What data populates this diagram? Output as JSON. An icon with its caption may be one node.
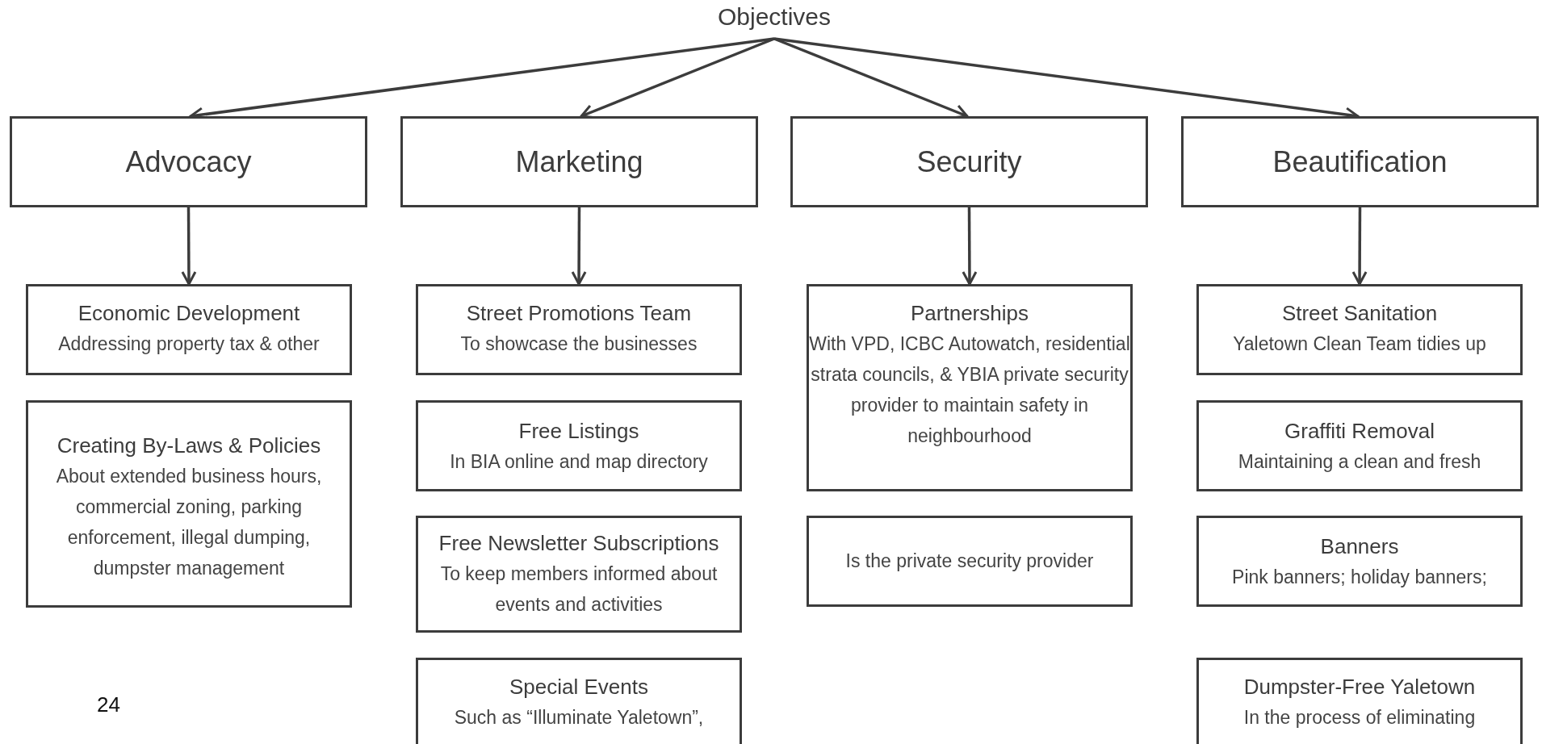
{
  "diagram": {
    "nodes": [
      {
        "text": [
          "Objectives"
        ]
      },
      {
        "text": [
          "Advocacy"
        ]
      },
      {
        "text": [
          "Marketing"
        ]
      },
      {
        "text": [
          "Security"
        ]
      },
      {
        "text": [
          "Beautification"
        ]
      },
      {
        "text": [
          "Economic Development",
          "Addressing property tax & other"
        ]
      },
      {
        "text": [
          "Creating By-Laws & Policies",
          "About extended business hours, commercial zoning, parking enforcement, illegal dumping, dumpster management"
        ]
      },
      {
        "text": [
          "Street Promotions Team",
          "To showcase the businesses"
        ]
      },
      {
        "text": [
          "Free Listings",
          "In BIA online and map directory"
        ]
      },
      {
        "text": [
          "Free Newsletter Subscriptions",
          "To keep members informed about events and activities"
        ]
      },
      {
        "text": [
          "Special Events",
          "Such as “Illuminate Yaletown”,"
        ]
      },
      {
        "text": [
          "Partnerships",
          "With VPD, ICBC Autowatch, residential strata councils, & YBIA private security provider to maintain safety in neighbourhood"
        ]
      },
      {
        "text": [
          "Is the private security provider"
        ]
      },
      {
        "text": [
          "Street Sanitation",
          "Yaletown Clean Team tidies up"
        ]
      },
      {
        "text": [
          "Graffiti Removal",
          "Maintaining a clean and fresh"
        ]
      },
      {
        "text": [
          "Banners",
          "Pink banners; holiday banners;"
        ]
      },
      {
        "text": [
          "Dumpster-Free Yaletown",
          "In the process of eliminating"
        ]
      }
    ],
    "edges": [
      {
        "from": 0,
        "to": 1,
        "arrow": "to"
      },
      {
        "from": 0,
        "to": 2,
        "arrow": "to"
      },
      {
        "from": 0,
        "to": 3,
        "arrow": "to"
      },
      {
        "from": 0,
        "to": 4,
        "arrow": "to"
      },
      {
        "from": 1,
        "to": 5,
        "arrow": "to"
      },
      {
        "from": 2,
        "to": 7,
        "arrow": "to"
      },
      {
        "from": 3,
        "to": 11,
        "arrow": "to"
      },
      {
        "from": 4,
        "to": 13,
        "arrow": "to"
      }
    ],
    "labels": [
      "24"
    ]
  }
}
